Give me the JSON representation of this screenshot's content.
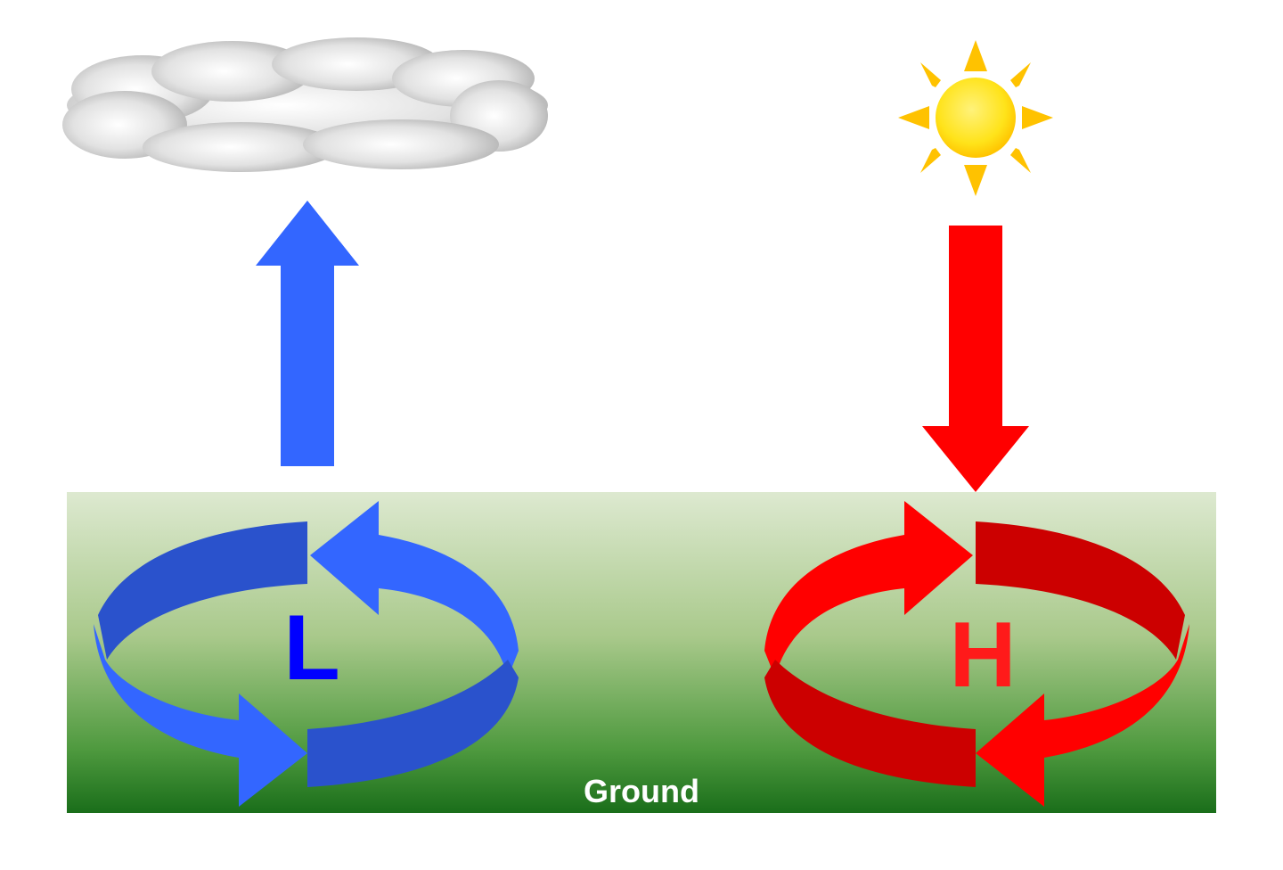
{
  "ground": {
    "label": "Ground",
    "color_top": "#dbe8cf",
    "color_bottom": "#1f7a1f"
  },
  "low_pressure": {
    "symbol": "L",
    "symbol_color": "#0000ff",
    "circulation_color": "#3366ff",
    "circulation_shadow": "#2a52cc",
    "flow": "rising"
  },
  "high_pressure": {
    "symbol": "H",
    "symbol_color": "#ff0000",
    "circulation_color": "#ff0000",
    "circulation_shadow": "#cc0000",
    "flow": "sinking"
  },
  "icons": {
    "cloud": "cloud-icon",
    "sun": "sun-icon"
  },
  "colors": {
    "sun_core": "#ffe01a",
    "sun_rays": "#ffc200",
    "cloud_light": "#f4f4f4",
    "cloud_dark": "#b4b4b4"
  }
}
